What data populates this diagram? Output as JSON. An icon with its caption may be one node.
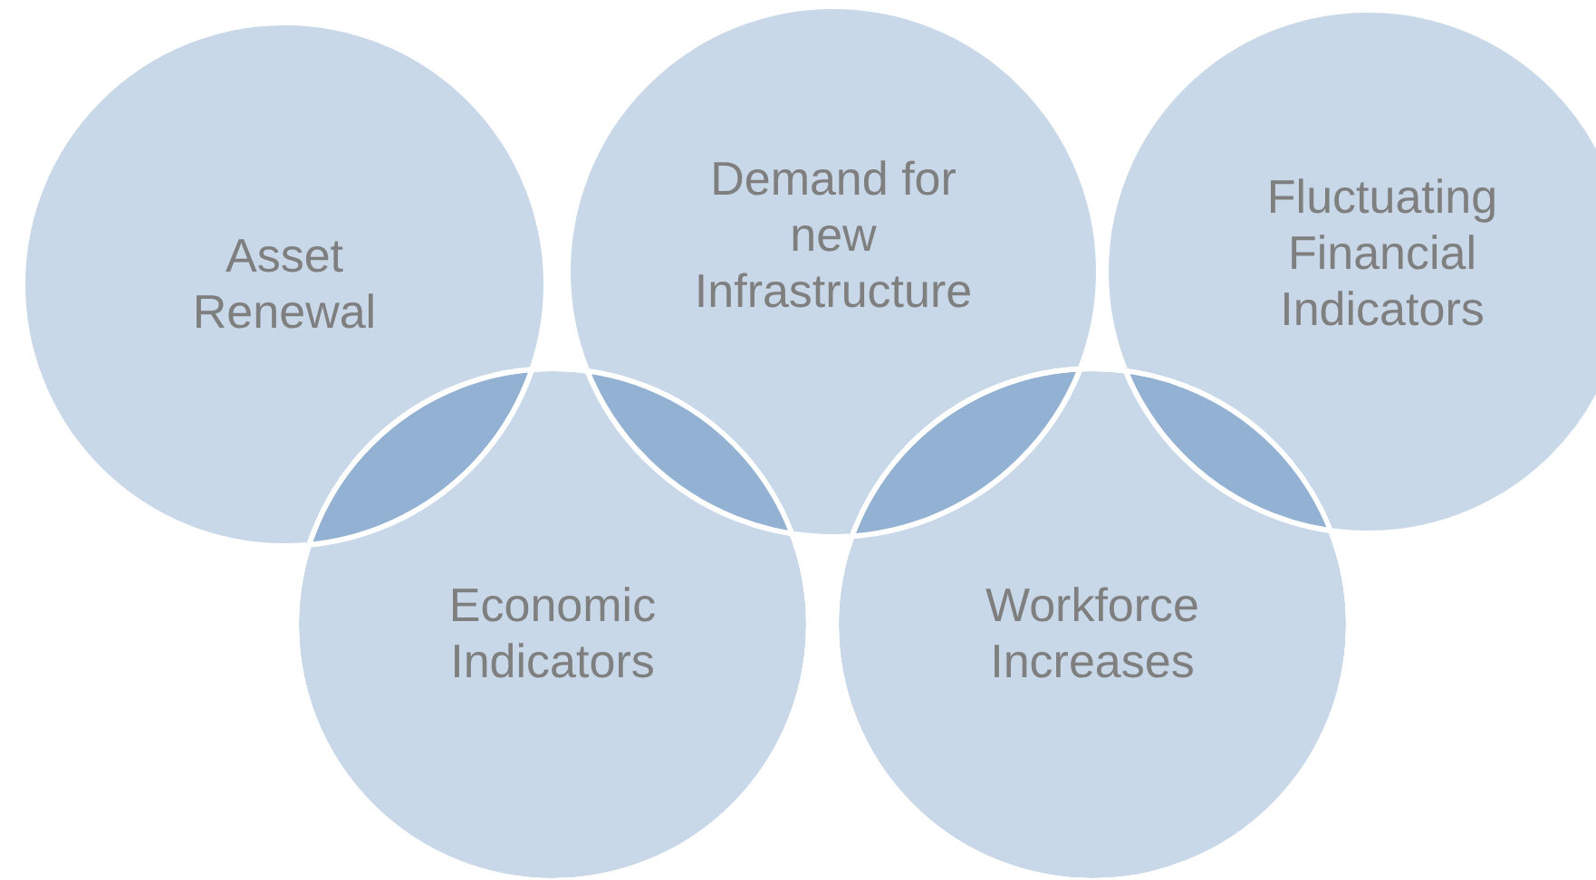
{
  "diagram": {
    "nodes": [
      {
        "text": [
          "Asset Renewal"
        ]
      },
      {
        "text": [
          "Demand for new Infrastructure"
        ]
      },
      {
        "text": [
          "Fluctuating Financial Indicators"
        ]
      },
      {
        "text": [
          "Economic Indicators"
        ]
      },
      {
        "text": [
          "Workforce Increases"
        ]
      }
    ]
  }
}
